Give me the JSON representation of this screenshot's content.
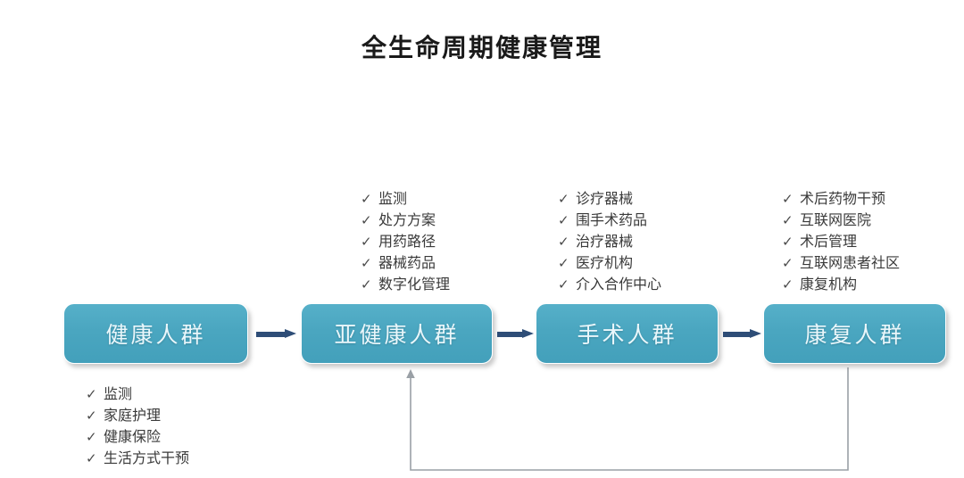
{
  "page": {
    "title": "全生命周期健康管理",
    "background": "#ffffff"
  },
  "colors": {
    "box_fill": "#4aa6c0",
    "box_fill_light": "#56b0c9",
    "box_text": "#eaf7fb",
    "arrow_navy": "#2e4d77",
    "loop_gray": "#9aa0a6",
    "bullet_text": "#3a3a3a",
    "title_text": "#1a1a1a"
  },
  "icons": {
    "check": "✓"
  },
  "stages": [
    {
      "id": "healthy",
      "label": "健康人群"
    },
    {
      "id": "sub-healthy",
      "label": "亚健康人群"
    },
    {
      "id": "surgical",
      "label": "手术人群"
    },
    {
      "id": "recovery",
      "label": "康复人群"
    }
  ],
  "lists": [
    {
      "id": "healthy-services",
      "stage": "健康人群",
      "position": "below",
      "items": [
        "监测",
        "家庭护理",
        "健康保险",
        "生活方式干预"
      ]
    },
    {
      "id": "sub-healthy-services",
      "stage": "亚健康人群",
      "position": "above",
      "items": [
        "监测",
        "处方方案",
        "用药路径",
        "器械药品",
        "数字化管理"
      ]
    },
    {
      "id": "surgical-services",
      "stage": "手术人群",
      "position": "above",
      "items": [
        "诊疗器械",
        "围手术药品",
        "治疗器械",
        "医疗机构",
        "介入合作中心"
      ]
    },
    {
      "id": "recovery-services",
      "stage": "康复人群",
      "position": "above",
      "items": [
        "术后药物干预",
        "互联网医院",
        "术后管理",
        "互联网患者社区",
        "康复机构"
      ]
    }
  ],
  "connectors": [
    {
      "id": "arrow-1",
      "from": "健康人群",
      "to": "亚健康人群",
      "style": "solid-navy",
      "direction": "right"
    },
    {
      "id": "arrow-2",
      "from": "亚健康人群",
      "to": "手术人群",
      "style": "solid-navy",
      "direction": "right"
    },
    {
      "id": "arrow-3",
      "from": "手术人群",
      "to": "康复人群",
      "style": "solid-navy",
      "direction": "right"
    },
    {
      "id": "feedback-loop",
      "from": "康复人群",
      "to": "亚健康人群",
      "style": "thin-gray-elbow",
      "direction": "up"
    }
  ]
}
